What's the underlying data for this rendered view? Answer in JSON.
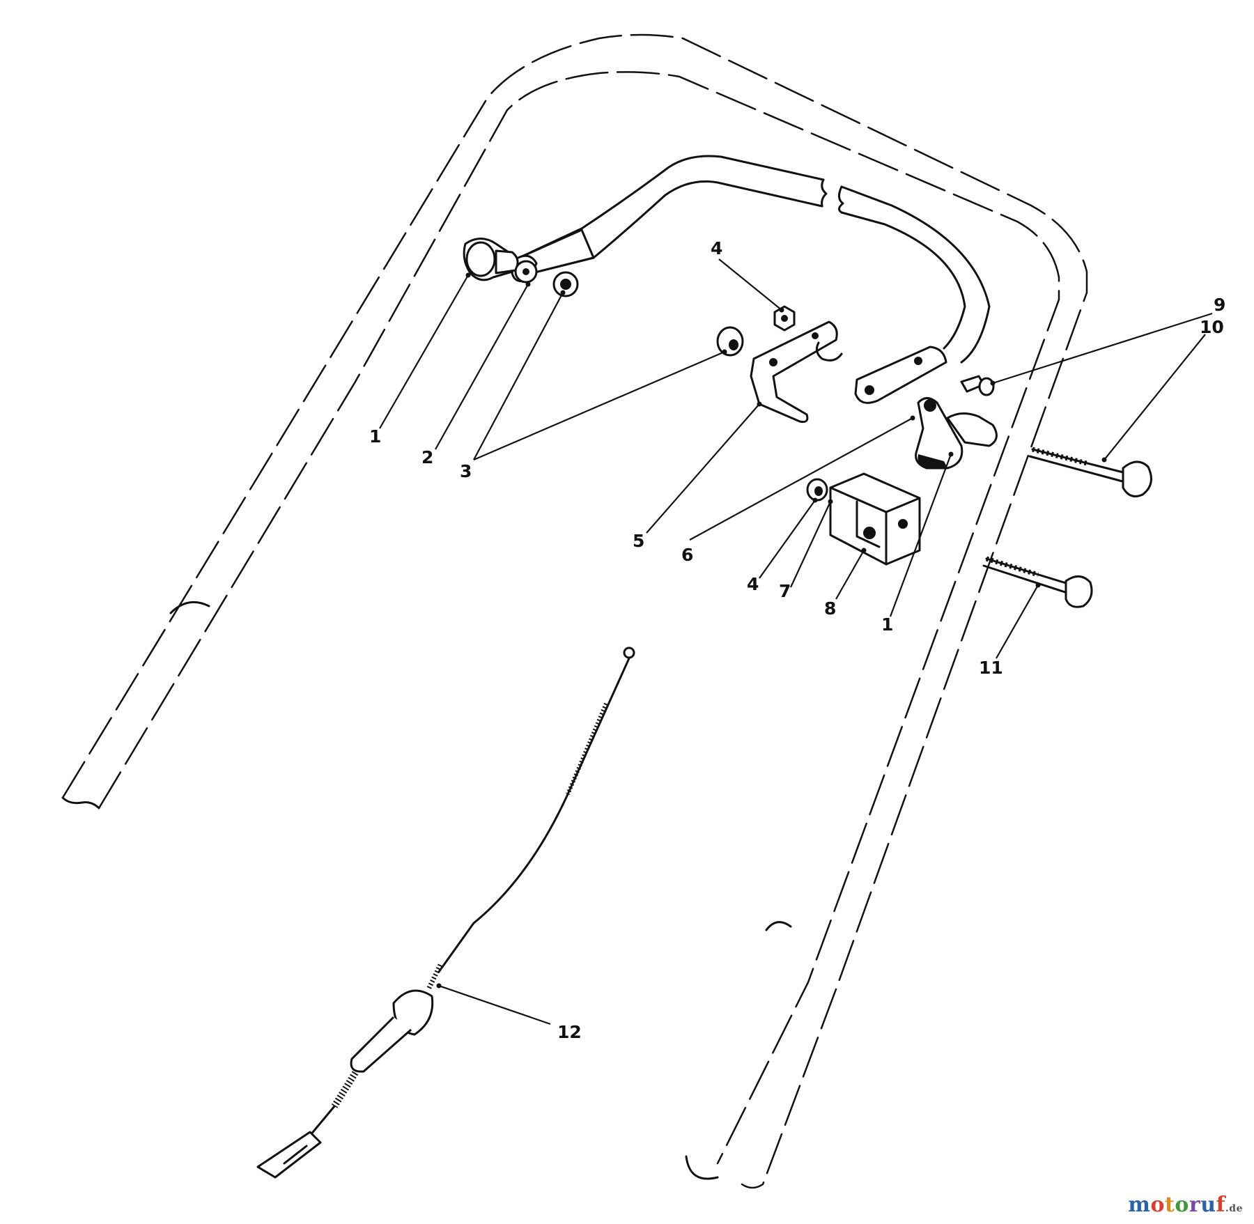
{
  "callouts": [
    {
      "id": "c1a",
      "text": "1"
    },
    {
      "id": "c2",
      "text": "2"
    },
    {
      "id": "c3",
      "text": "3"
    },
    {
      "id": "c4a",
      "text": "4"
    },
    {
      "id": "c5",
      "text": "5"
    },
    {
      "id": "c6",
      "text": "6"
    },
    {
      "id": "c4b",
      "text": "4"
    },
    {
      "id": "c7",
      "text": "7"
    },
    {
      "id": "c8",
      "text": "8"
    },
    {
      "id": "c1b",
      "text": "1"
    },
    {
      "id": "c9",
      "text": "9"
    },
    {
      "id": "c10",
      "text": "10"
    },
    {
      "id": "c11",
      "text": "11"
    },
    {
      "id": "c12",
      "text": "12"
    }
  ],
  "watermark": {
    "parts": [
      "m",
      "o",
      "t",
      "o",
      "r",
      "u",
      "f"
    ],
    "tld": ".de"
  }
}
